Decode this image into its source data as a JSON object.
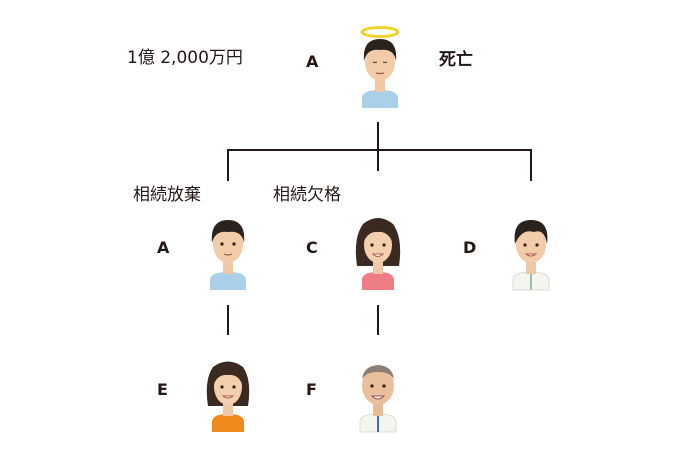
{
  "top": {
    "amount": "1億 2,000万円",
    "label": "A",
    "status": "死亡"
  },
  "children": [
    {
      "label": "A",
      "note": "相続放棄"
    },
    {
      "label": "C",
      "note": "相続欠格"
    },
    {
      "label": "D",
      "note": ""
    }
  ],
  "grandchildren": [
    {
      "label": "E"
    },
    {
      "label": "F"
    }
  ],
  "colors": {
    "line": "#231815",
    "halo": "#f2d22e",
    "shirt_blue": "#a9cfe9",
    "shirt_pink": "#ef7d86",
    "shirt_orange": "#f08a1c",
    "shirt_white": "#f5f5f0"
  }
}
